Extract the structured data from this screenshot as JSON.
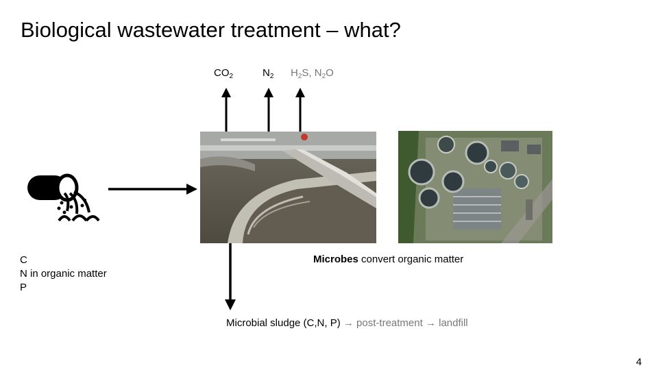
{
  "slide": {
    "title": "Biological wastewater treatment – what?",
    "page_number": "4"
  },
  "gases": {
    "co2": {
      "base": "CO",
      "sub": "2"
    },
    "n2": {
      "base": "N",
      "sub": "2"
    },
    "h2s_n2o": {
      "part1": "H",
      "sub1": "2",
      "part2": "S, N",
      "sub2": "2",
      "part3": "O",
      "color": "#777777"
    }
  },
  "inputs": {
    "lines": [
      "C",
      "N in organic matter",
      "P"
    ]
  },
  "microbes": {
    "bold": "Microbes",
    "rest": " convert organic matter"
  },
  "sludge": {
    "main": "Microbial sludge (C,N, P) ",
    "arrow1": "→",
    "step1": " post-treatment ",
    "arrow2": "→",
    "step2": " landfill",
    "gray_color": "#777777"
  },
  "icons": {
    "inflow": "pipe-discharge-icon"
  }
}
